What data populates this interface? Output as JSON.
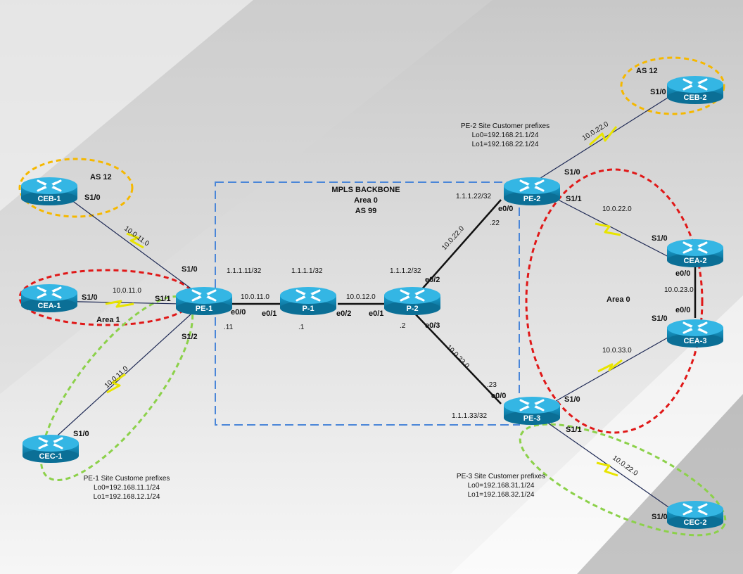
{
  "routers": [
    {
      "id": "CEB-1",
      "label": "CEB-1"
    },
    {
      "id": "CEA-1",
      "label": "CEA-1"
    },
    {
      "id": "CEC-1",
      "label": "CEC-1"
    },
    {
      "id": "PE-1",
      "label": "PE-1"
    },
    {
      "id": "P-1",
      "label": "P-1"
    },
    {
      "id": "P-2",
      "label": "P-2"
    },
    {
      "id": "PE-2",
      "label": "PE-2"
    },
    {
      "id": "PE-3",
      "label": "PE-3"
    },
    {
      "id": "CEB-2",
      "label": "CEB-2"
    },
    {
      "id": "CEA-2",
      "label": "CEA-2"
    },
    {
      "id": "CEA-3",
      "label": "CEA-3"
    },
    {
      "id": "CEC-2",
      "label": "CEC-2"
    }
  ],
  "backbone": {
    "title": "MPLS BACKBONE",
    "area": "Area 0",
    "as": "AS 99"
  },
  "areas": {
    "left_as": "AS 12",
    "right_as": "AS 12",
    "left_area": "Area 1",
    "right_area": "Area 0"
  },
  "labels": {
    "ceb1_s10": "S1/0",
    "cea1_s10": "S1/0",
    "cec1_s10": "S1/0",
    "pe1_s10": "S1/0",
    "pe1_s11": "S1/1",
    "pe1_s12": "S1/2",
    "net_ceb1_pe1": "10.0.11.0",
    "net_cea1_pe1": "10.0.11.0",
    "net_cec1_pe1": "10.0.11.0",
    "pe1_lo": "1.1.1.11/32",
    "pe1_e00": "e0/0",
    "pe1_host": ".11",
    "net_pe1_p1": "10.0.11.0",
    "p1_lo": "1.1.1.1/32",
    "p1_e01": "e0/1",
    "p1_e02": "e0/2",
    "p1_host": ".1",
    "net_p1_p2": "10.0.12.0",
    "p2_lo": "1.1.1.2/32",
    "p2_e01": "e0/1",
    "p2_e02": "e0/2",
    "p2_e03": "e0/3",
    "p2_host": ".2",
    "net_p2_pe2": "10.0.22.0",
    "net_p2_pe3": "10.0.23.0",
    "pe2_lo": "1.1.1.22/32",
    "pe2_e00": "e0/0",
    "pe2_host": ".22",
    "pe2_s10": "S1/0",
    "pe2_s11": "S1/1",
    "pe3_lo": "1.1.1.33/32",
    "pe3_e00": "e0/0",
    "pe3_host": ".23",
    "pe3_s10": "S1/0",
    "pe3_s11": "S1/1",
    "net_pe2_ceb2": "10.0.22.0",
    "ceb2_s10": "S1/0",
    "net_pe2_cea2": "10.0.22.0",
    "cea2_s10": "S1/0",
    "cea2_e00": "e0/0",
    "net_cea2_cea3": "10.0.23.0",
    "cea3_e00": "e0/0",
    "cea3_s10": "S1/0",
    "net_pe3_cea3": "10.0.33.0",
    "net_pe3_cec2": "10.0.22.0",
    "cec2_s10": "S1/0"
  },
  "prefixes": {
    "pe1": {
      "title": "PE-1 Site Custome prefixes",
      "lo0": "Lo0=192.168.11.1/24",
      "lo1": "Lo1=192.168.12.1/24"
    },
    "pe2": {
      "title": "PE-2 Site Customer prefixes",
      "lo0": "Lo0=192.168.21.1/24",
      "lo1": "Lo1=192.168.22.1/24"
    },
    "pe3": {
      "title": "PE-3 Site Customer prefixes",
      "lo0": "Lo0=192.168.31.1/24",
      "lo1": "Lo1=192.168.32.1/24"
    }
  },
  "colors": {
    "router": "#1aa3d4",
    "router_dark": "#0b6f96",
    "serial": "#f2f200",
    "as_ring": "#f5b800",
    "area_ring": "#e01818",
    "green_ring": "#8cd14a",
    "backbone": "#4a86d8"
  }
}
